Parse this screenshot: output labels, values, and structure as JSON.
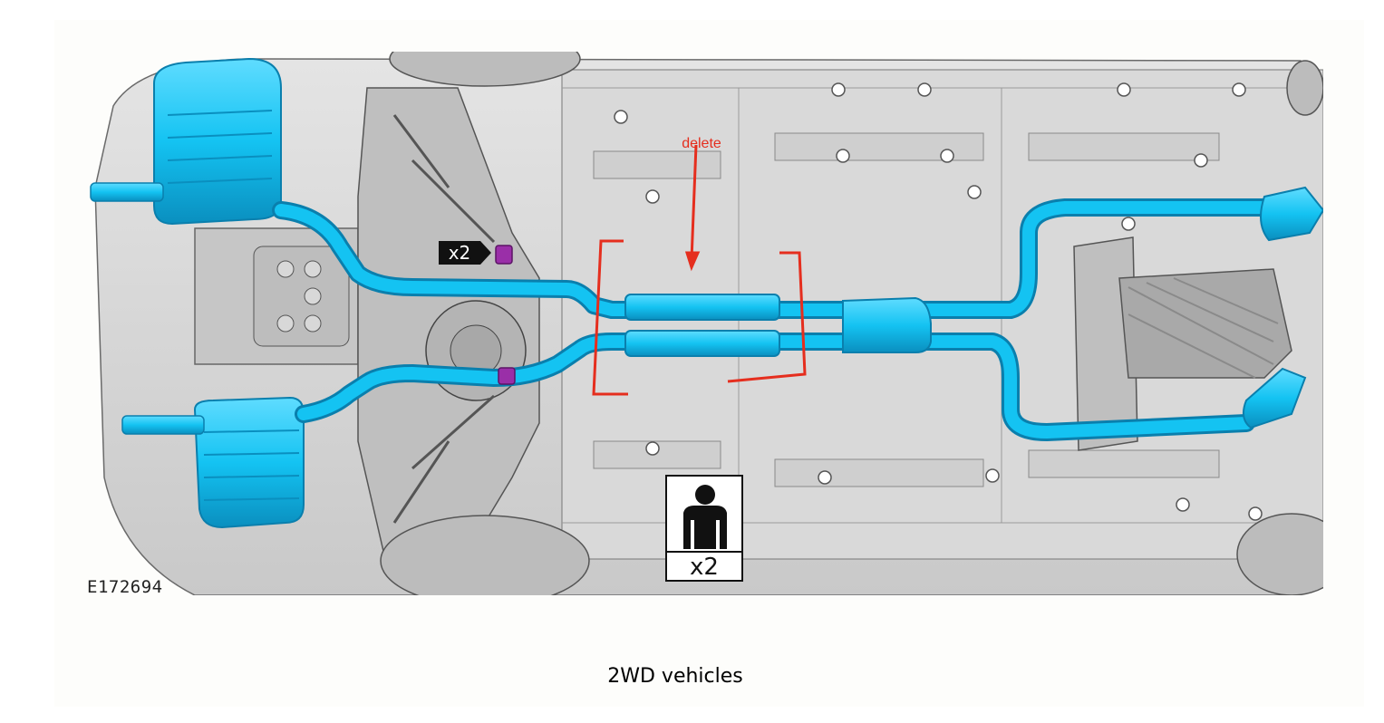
{
  "figure": {
    "id_label": "E172694",
    "caption": "2WD vehicles"
  },
  "callouts": {
    "delete_label": "delete",
    "quantity_tag": "x2",
    "persons_required": "x2"
  },
  "colors": {
    "exhaust": "#14c3f2",
    "exhaust_dark": "#0897c8",
    "body_gray": "#d4d4d4",
    "annotation_red": "#e52e1e",
    "isolator_purple": "#9a2fa8"
  },
  "icons": {
    "quantity_tag": "arrow-label-icon",
    "persons_required": "person-icon",
    "isolator": "rubber-isolator-icon"
  }
}
